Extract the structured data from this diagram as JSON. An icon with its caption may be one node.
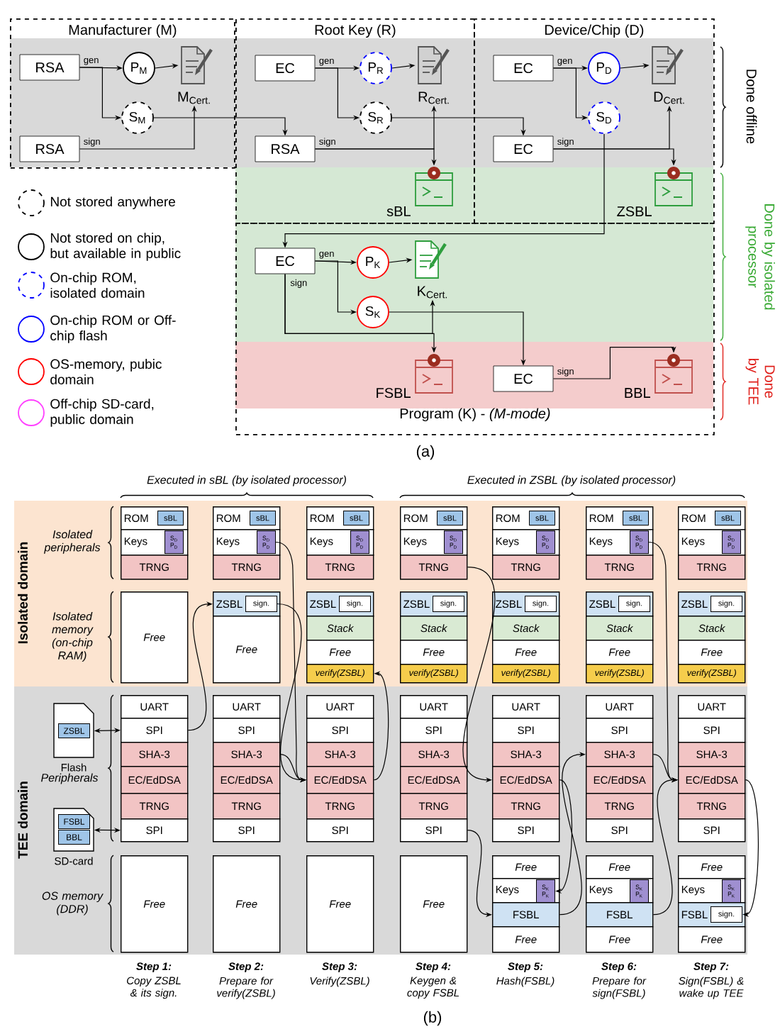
{
  "diagram": {
    "nodes": [
      {
        "text": [
          "Manufacturer (M)"
        ]
      },
      {
        "text": [
          "RSA"
        ],
        "in": 0
      },
      {
        "text": [
          "P$_{M}$"
        ],
        "in": 0
      },
      {
        "text": [],
        "shape": "document",
        "beside": [
          "M$_{Cert.}$"
        ],
        "in": 0
      },
      {
        "text": [
          "S$_{M}$"
        ],
        "in": 0
      },
      {
        "text": [
          "RSA"
        ],
        "in": 0
      },
      {
        "text": [
          "Root Key (R)"
        ]
      },
      {
        "text": [
          "EC"
        ],
        "in": 6
      },
      {
        "text": [
          "P$_{R}$"
        ],
        "in": 6
      },
      {
        "text": [],
        "shape": "document",
        "beside": [
          "R$_{Cert.}$"
        ],
        "in": 6
      },
      {
        "text": [
          "S$_{R}$"
        ],
        "in": 6
      },
      {
        "text": [
          "RSA"
        ],
        "in": 6
      },
      {
        "text": [],
        "shape": "window",
        "beside": [
          "sBL"
        ],
        "in": 6
      },
      {
        "text": [
          "Device/Chip (D)"
        ]
      },
      {
        "text": [
          "EC"
        ],
        "in": 13
      },
      {
        "text": [
          "P$_{D}$"
        ],
        "in": 13
      },
      {
        "text": [],
        "shape": "document",
        "beside": [
          "D$_{Cert.}$"
        ],
        "in": 13
      },
      {
        "text": [
          "S$_{D}$"
        ],
        "in": 13
      },
      {
        "text": [
          "EC"
        ],
        "in": 13
      },
      {
        "text": [],
        "shape": "window",
        "beside": [
          "ZSBL"
        ],
        "in": 13
      },
      {
        "text": [
          "Program (K) - *(M-mode)*"
        ]
      },
      {
        "text": [
          "EC"
        ],
        "in": 20
      },
      {
        "text": [
          "P$_{K}$"
        ],
        "in": 20
      },
      {
        "text": [],
        "shape": "document",
        "beside": [
          "K$_{Cert.}$"
        ],
        "in": 20
      },
      {
        "text": [
          "S$_{K}$"
        ],
        "in": 20
      },
      {
        "text": [],
        "shape": "window",
        "beside": [
          "FSBL"
        ],
        "in": 20
      },
      {
        "text": [
          "EC"
        ],
        "in": 20
      },
      {
        "text": [],
        "shape": "window",
        "beside": [
          "BBL"
        ],
        "in": 20
      },
      {
        "text": [],
        "shape": "card",
        "beside": [
          "Flash"
        ]
      },
      {
        "text": [
          "ZSBL"
        ],
        "in": 28
      },
      {
        "text": [],
        "shape": "card",
        "beside": [
          "SD-card"
        ]
      },
      {
        "text": [
          "FSBL"
        ],
        "in": 30
      },
      {
        "text": [
          "BBL"
        ],
        "in": 30
      },
      {
        "text": [
          "ROM"
        ]
      },
      {
        "text": [
          "sBL"
        ],
        "in": 33
      },
      {
        "text": [
          "Keys"
        ]
      },
      {
        "text": [
          "S$_{D}$",
          "P$_{D}$"
        ],
        "in": 35
      },
      {
        "text": [
          "TRNG"
        ]
      },
      {
        "text": [
          "Free"
        ]
      },
      {
        "text": [
          "UART"
        ]
      },
      {
        "text": [
          "SPI"
        ]
      },
      {
        "text": [
          "SHA-3"
        ]
      },
      {
        "text": [
          "EC/EdDSA"
        ]
      },
      {
        "text": [
          "TRNG"
        ]
      },
      {
        "text": [
          "SPI"
        ]
      },
      {
        "text": [
          "Free"
        ]
      },
      {
        "text": [
          "ROM"
        ]
      },
      {
        "text": [
          "sBL"
        ],
        "in": 46
      },
      {
        "text": [
          "Keys"
        ]
      },
      {
        "text": [
          "S$_{D}$",
          "P$_{D}$"
        ],
        "in": 48
      },
      {
        "text": [
          "TRNG"
        ]
      },
      {
        "text": [
          "ZSBL"
        ]
      },
      {
        "text": [
          "sign."
        ],
        "in": 51
      },
      {
        "text": [
          "Free"
        ]
      },
      {
        "text": [
          "UART"
        ]
      },
      {
        "text": [
          "SPI"
        ]
      },
      {
        "text": [
          "SHA-3"
        ]
      },
      {
        "text": [
          "EC/EdDSA"
        ]
      },
      {
        "text": [
          "TRNG"
        ]
      },
      {
        "text": [
          "SPI"
        ]
      },
      {
        "text": [
          "Free"
        ]
      },
      {
        "text": [
          "ROM"
        ]
      },
      {
        "text": [
          "sBL"
        ],
        "in": 61
      },
      {
        "text": [
          "Keys"
        ]
      },
      {
        "text": [
          "S$_{D}$",
          "P$_{D}$"
        ],
        "in": 63
      },
      {
        "text": [
          "TRNG"
        ]
      },
      {
        "text": [
          "ZSBL"
        ]
      },
      {
        "text": [
          "sign."
        ],
        "in": 66
      },
      {
        "text": [
          "Stack"
        ]
      },
      {
        "text": [
          "Free"
        ]
      },
      {
        "text": [
          "verify(ZSBL)"
        ]
      },
      {
        "text": [
          "UART"
        ]
      },
      {
        "text": [
          "SPI"
        ]
      },
      {
        "text": [
          "SHA-3"
        ]
      },
      {
        "text": [
          "EC/EdDSA"
        ]
      },
      {
        "text": [
          "TRNG"
        ]
      },
      {
        "text": [
          "SPI"
        ]
      },
      {
        "text": [
          "Free"
        ]
      },
      {
        "text": [
          "ROM"
        ]
      },
      {
        "text": [
          "sBL"
        ],
        "in": 78
      },
      {
        "text": [
          "Keys"
        ]
      },
      {
        "text": [
          "S$_{D}$",
          "P$_{D}$"
        ],
        "in": 80
      },
      {
        "text": [
          "TRNG"
        ]
      },
      {
        "text": [
          "ZSBL"
        ]
      },
      {
        "text": [
          "sign."
        ],
        "in": 83
      },
      {
        "text": [
          "Stack"
        ]
      },
      {
        "text": [
          "Free"
        ]
      },
      {
        "text": [
          "verify(ZSBL)"
        ]
      },
      {
        "text": [
          "UART"
        ]
      },
      {
        "text": [
          "SPI"
        ]
      },
      {
        "text": [
          "SHA-3"
        ]
      },
      {
        "text": [
          "EC/EdDSA"
        ]
      },
      {
        "text": [
          "TRNG"
        ]
      },
      {
        "text": [
          "SPI"
        ]
      },
      {
        "text": [
          "Free"
        ]
      },
      {
        "text": [
          "ROM"
        ]
      },
      {
        "text": [
          "sBL"
        ],
        "in": 95
      },
      {
        "text": [
          "Keys"
        ]
      },
      {
        "text": [
          "S$_{D}$",
          "P$_{D}$"
        ],
        "in": 97
      },
      {
        "text": [
          "TRNG"
        ]
      },
      {
        "text": [
          "ZSBL"
        ]
      },
      {
        "text": [
          "sign."
        ],
        "in": 100
      },
      {
        "text": [
          "Stack"
        ]
      },
      {
        "text": [
          "Free"
        ]
      },
      {
        "text": [
          "verify(ZSBL)"
        ]
      },
      {
        "text": [
          "UART"
        ]
      },
      {
        "text": [
          "SPI"
        ]
      },
      {
        "text": [
          "SHA-3"
        ]
      },
      {
        "text": [
          "EC/EdDSA"
        ]
      },
      {
        "text": [
          "TRNG"
        ]
      },
      {
        "text": [
          "SPI"
        ]
      },
      {
        "text": [
          "Free"
        ]
      },
      {
        "text": [
          "Keys"
        ]
      },
      {
        "text": [
          "S$_{K}$",
          "P$_{K}$"
        ],
        "in": 112
      },
      {
        "text": [
          "FSBL"
        ]
      },
      {
        "text": [
          "Free"
        ]
      },
      {
        "text": [
          "ROM"
        ]
      },
      {
        "text": [
          "sBL"
        ],
        "in": 116
      },
      {
        "text": [
          "Keys"
        ]
      },
      {
        "text": [
          "S$_{D}$",
          "P$_{D}$"
        ],
        "in": 118
      },
      {
        "text": [
          "TRNG"
        ]
      },
      {
        "text": [
          "ZSBL"
        ]
      },
      {
        "text": [
          "sign."
        ],
        "in": 121
      },
      {
        "text": [
          "Stack"
        ]
      },
      {
        "text": [
          "Free"
        ]
      },
      {
        "text": [
          "verify(ZSBL)"
        ]
      },
      {
        "text": [
          "UART"
        ]
      },
      {
        "text": [
          "SPI"
        ]
      },
      {
        "text": [
          "SHA-3"
        ]
      },
      {
        "text": [
          "EC/EdDSA"
        ]
      },
      {
        "text": [
          "TRNG"
        ]
      },
      {
        "text": [
          "SPI"
        ]
      },
      {
        "text": [
          "Free"
        ]
      },
      {
        "text": [
          "Keys"
        ]
      },
      {
        "text": [
          "S$_{K}$",
          "P$_{K}$"
        ],
        "in": 133
      },
      {
        "text": [
          "FSBL"
        ]
      },
      {
        "text": [
          "Free"
        ]
      },
      {
        "text": [
          "ROM"
        ]
      },
      {
        "text": [
          "sBL"
        ],
        "in": 137
      },
      {
        "text": [
          "Keys"
        ]
      },
      {
        "text": [
          "S$_{D}$",
          "P$_{D}$"
        ],
        "in": 139
      },
      {
        "text": [
          "TRNG"
        ]
      },
      {
        "text": [
          "ZSBL"
        ]
      },
      {
        "text": [
          "sign."
        ],
        "in": 142
      },
      {
        "text": [
          "Stack"
        ]
      },
      {
        "text": [
          "Free"
        ]
      },
      {
        "text": [
          "verify(ZSBL)"
        ]
      },
      {
        "text": [
          "UART"
        ]
      },
      {
        "text": [
          "SPI"
        ]
      },
      {
        "text": [
          "SHA-3"
        ]
      },
      {
        "text": [
          "EC/EdDSA"
        ]
      },
      {
        "text": [
          "TRNG"
        ]
      },
      {
        "text": [
          "SPI"
        ]
      },
      {
        "text": [
          "Free"
        ]
      },
      {
        "text": [
          "Keys"
        ]
      },
      {
        "text": [
          "S$_{K}$",
          "P$_{K}$"
        ],
        "in": 154
      },
      {
        "text": [
          "FSBL"
        ]
      },
      {
        "text": [
          "sign."
        ],
        "in": 156
      },
      {
        "text": [
          "Free"
        ]
      }
    ],
    "edges": [
      {
        "from": 1,
        "to": 2,
        "arrow": "to",
        "label": "gen"
      },
      {
        "from": 1,
        "to": 4,
        "arrow": "to"
      },
      {
        "from": 2,
        "to": 3,
        "arrow": "to"
      },
      {
        "from": 5,
        "to": 3,
        "arrow": "to",
        "label": "sign"
      },
      {
        "from": 4,
        "to": 11,
        "arrow": "to"
      },
      {
        "from": 7,
        "to": 8,
        "arrow": "to",
        "label": "gen"
      },
      {
        "from": 7,
        "to": 10,
        "arrow": "to"
      },
      {
        "from": 8,
        "to": 9,
        "arrow": "to"
      },
      {
        "from": 11,
        "to": 9,
        "arrow": "to",
        "label": "sign"
      },
      {
        "from": 11,
        "to": 12,
        "arrow": "to"
      },
      {
        "from": 10,
        "to": 18,
        "arrow": "to"
      },
      {
        "from": 14,
        "to": 15,
        "arrow": "to",
        "label": "gen"
      },
      {
        "from": 14,
        "to": 17,
        "arrow": "to"
      },
      {
        "from": 15,
        "to": 16,
        "arrow": "to"
      },
      {
        "from": 18,
        "to": 16,
        "arrow": "to",
        "label": "sign"
      },
      {
        "from": 18,
        "to": 19,
        "arrow": "to"
      },
      {
        "from": 17,
        "to": 21,
        "arrow": "to"
      },
      {
        "from": 21,
        "to": 22,
        "arrow": "to",
        "label": "gen"
      },
      {
        "from": 21,
        "to": 24,
        "arrow": "to"
      },
      {
        "from": 22,
        "to": 23,
        "arrow": "to"
      },
      {
        "from": 21,
        "to": 23,
        "arrow": "to",
        "label": "sign"
      },
      {
        "from": 21,
        "to": 25,
        "arrow": "to"
      },
      {
        "from": 24,
        "to": 26,
        "arrow": "to"
      },
      {
        "from": 26,
        "to": 27,
        "arrow": "to",
        "label": "sign"
      },
      {
        "from": 28,
        "to": 40,
        "arrow": "both"
      },
      {
        "from": 30,
        "to": 44,
        "arrow": "both"
      },
      {
        "from": 40,
        "to": 51,
        "arrow": "to"
      },
      {
        "from": 49,
        "to": 74,
        "arrow": "to"
      },
      {
        "from": 52,
        "to": 74,
        "arrow": "to"
      },
      {
        "from": 56,
        "to": 74,
        "arrow": "to"
      },
      {
        "from": 74,
        "to": 70,
        "arrow": "to"
      },
      {
        "from": 82,
        "to": 108,
        "arrow": "to"
      },
      {
        "from": 93,
        "to": 114,
        "arrow": "to"
      },
      {
        "from": 108,
        "to": 113,
        "arrow": "to"
      },
      {
        "from": 114,
        "to": 128,
        "arrow": "to"
      },
      {
        "from": 119,
        "to": 150,
        "arrow": "to"
      },
      {
        "from": 128,
        "to": 150,
        "arrow": "to"
      },
      {
        "from": 135,
        "to": 150,
        "arrow": "to"
      },
      {
        "from": 150,
        "to": 157,
        "arrow": "to"
      }
    ],
    "labels": [
      "Done offline",
      "Done by isolated processor",
      "Done by TEE",
      "(a)",
      "Executed in sBL (by isolated processor)",
      "Executed in ZSBL (by isolated processor)",
      "Isolated domain",
      "Isolated peripherals",
      "Isolated memory (on-chip RAM)",
      "TEE domain",
      "Peripherals",
      "OS memory (DDR)",
      "Step 1:",
      "Copy ZSBL & its sign.",
      "Step 2:",
      "Prepare for verify(ZSBL)",
      "Step 3:",
      "Verify(ZSBL)",
      "Step 4:",
      "Keygen & copy FSBL",
      "Step 5:",
      "Hash(FSBL)",
      "Step 6:",
      "Prepare for sign(FSBL)",
      "Step 7:",
      "Sign(FSBL) & wake up TEE",
      "(b)"
    ],
    "legend": [
      {
        "text": "Not stored anywhere"
      },
      {
        "text": "Not stored on chip, but available in public"
      },
      {
        "text": "On-chip ROM, isolated domain"
      },
      {
        "text": "On-chip ROM or Off-chip flash"
      },
      {
        "text": "OS-memory, pubic domain"
      },
      {
        "text": "Off-chip SD-card, public domain"
      }
    ]
  }
}
